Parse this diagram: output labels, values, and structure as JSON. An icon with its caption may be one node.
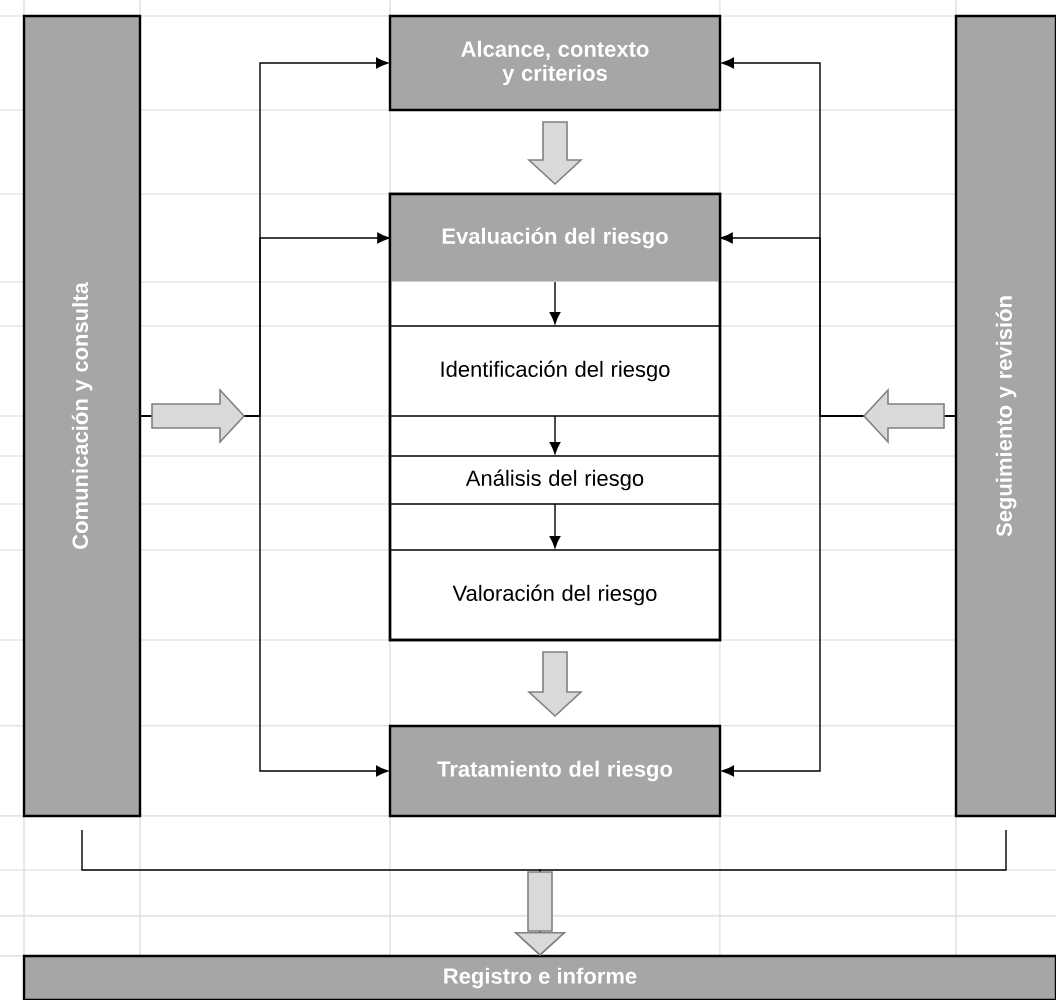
{
  "diagram": {
    "nodes": [
      {
        "text": [
          "Comunicación y consulta"
        ]
      },
      {
        "text": [
          "Alcance, contexto y criterios"
        ]
      },
      {
        "text": [
          "Evaluación del riesgo"
        ]
      },
      {
        "text": [
          "Identificación del riesgo"
        ],
        "in": 2
      },
      {
        "text": [
          "Análisis del riesgo"
        ],
        "in": 2
      },
      {
        "text": [
          "Valoración del riesgo"
        ],
        "in": 2
      },
      {
        "text": [
          "Tratamiento del riesgo"
        ]
      },
      {
        "text": [
          "Seguimiento y revisión"
        ]
      },
      {
        "text": [
          "Registro e informe"
        ]
      }
    ],
    "edges": [
      {
        "from": 1,
        "to": 2,
        "arrow": "to"
      },
      {
        "from": null,
        "to": 3,
        "arrow": "to"
      },
      {
        "from": 3,
        "to": 4,
        "arrow": "to"
      },
      {
        "from": 4,
        "to": 5,
        "arrow": "to"
      },
      {
        "from": 2,
        "to": 6,
        "arrow": "to"
      },
      {
        "from": 0,
        "to": 1,
        "arrow": "to"
      },
      {
        "from": 0,
        "to": 2,
        "arrow": "to"
      },
      {
        "from": 0,
        "to": 6,
        "arrow": "to"
      },
      {
        "from": 7,
        "to": 1,
        "arrow": "to"
      },
      {
        "from": 7,
        "to": 2,
        "arrow": "to"
      },
      {
        "from": 7,
        "to": 6,
        "arrow": "to"
      },
      {
        "from": 0,
        "to": 8,
        "arrow": "to"
      },
      {
        "from": 7,
        "to": 8,
        "arrow": "to"
      }
    ]
  }
}
